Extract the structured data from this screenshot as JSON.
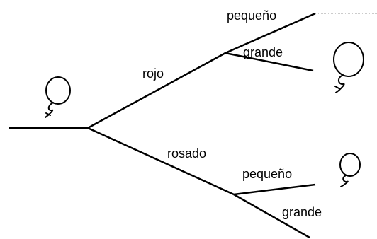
{
  "tree": {
    "first_level": [
      {
        "label": "rojo",
        "second_level": [
          {
            "label": "pequeño"
          },
          {
            "label": "grande"
          }
        ]
      },
      {
        "label": "rosado",
        "second_level": [
          {
            "label": "pequeño"
          },
          {
            "label": "grande"
          }
        ]
      }
    ]
  },
  "balloon_icon": "balloon-icon",
  "colors": {
    "line": "#000000",
    "dotted_line": "#9a9a9a",
    "background": "#ffffff"
  }
}
